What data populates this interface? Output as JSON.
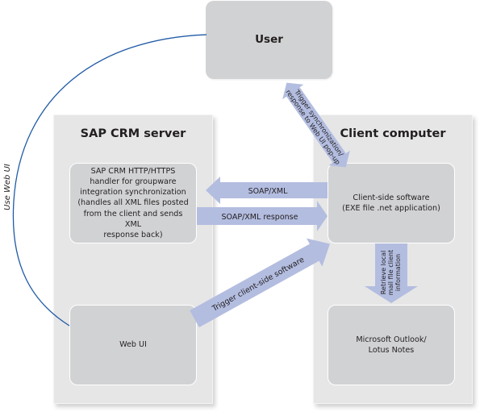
{
  "user": {
    "label": "User"
  },
  "server": {
    "title": "SAP CRM server",
    "handler_box": "SAP CRM HTTP/HTTPS\nhandler for groupware\nintegration synchronization\n(handles all XML files posted\nfrom the client and sends XML\nresponse back)",
    "webui_box": "Web UI"
  },
  "client": {
    "title": "Client computer",
    "software_box": "Client-side software\n(EXE file .net application)",
    "mail_box": "Microsoft Outlook/\nLotus Notes"
  },
  "connectors": {
    "use_web_ui": "Use Web UI",
    "sync_line1": "Trigger synchronization/",
    "sync_line2": "response to Web UI pop-up",
    "soap_xml": "SOAP/XML",
    "soap_xml_response": "SOAP/XML response",
    "trigger_client": "Trigger client-side software",
    "retrieve_line1": "Retrieve local",
    "retrieve_line2": "mail file client",
    "retrieve_line3": "information"
  },
  "colors": {
    "panel": "#e6e6e6",
    "box": "#d1d2d4",
    "arrow": "#b3bde0",
    "curve": "#1f5aa6",
    "text": "#231f20"
  }
}
